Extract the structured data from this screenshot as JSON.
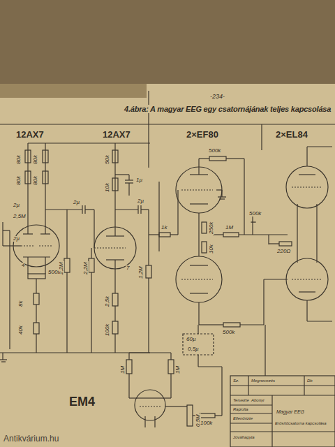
{
  "diagram": {
    "title": "4.ábra: A magyar EEG egy csatornájának teljes kapcsolása",
    "labels": [
      "-234-",
      "12AX7",
      "12AX7",
      "2×EF80",
      "2×EL84",
      "EM4",
      "80k",
      "80k",
      "80k",
      "80k",
      "50k",
      "10k",
      "1µ",
      "2µ",
      "2,5M",
      "2µ",
      "500Ω",
      "4",
      "8k",
      "40k",
      "2,2M",
      "2,2M",
      "2µ",
      "7",
      "2,5k",
      "100k",
      "2µ",
      "1,2M",
      "1k",
      "500k",
      "250k",
      "10k",
      "1M",
      "500k",
      "500k",
      "220Ω",
      "60µ",
      "0,5µ",
      "1M",
      "1M",
      "0,5M",
      "100k",
      "Sz.",
      "Megnevezés",
      "Db",
      "Tervezte",
      "Abonyi",
      "Rajzolta",
      "Ellenőrizte",
      "Jóváhagyta",
      "Magyar EEG",
      "Erősítőcsatorna kapcsolása",
      "Antikvárium.hu"
    ]
  }
}
